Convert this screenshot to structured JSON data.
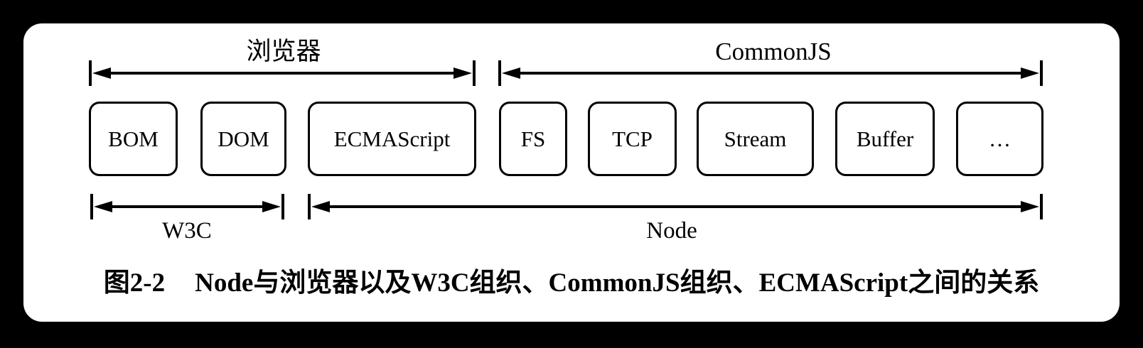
{
  "figure": {
    "colors": {
      "page_bg": "#000000",
      "card_bg": "#ffffff",
      "ink": "#000000"
    },
    "top_brackets": [
      {
        "id": "browser",
        "label": "浏览器"
      },
      {
        "id": "commonjs",
        "label": "CommonJS"
      }
    ],
    "boxes": [
      {
        "id": "bom",
        "label": "BOM"
      },
      {
        "id": "dom",
        "label": "DOM"
      },
      {
        "id": "ecma",
        "label": "ECMAScript"
      },
      {
        "id": "fs",
        "label": "FS"
      },
      {
        "id": "tcp",
        "label": "TCP"
      },
      {
        "id": "stream",
        "label": "Stream"
      },
      {
        "id": "buffer",
        "label": "Buffer"
      },
      {
        "id": "ellipsis",
        "label": "…"
      }
    ],
    "bottom_brackets": [
      {
        "id": "w3c",
        "label": "W3C"
      },
      {
        "id": "node",
        "label": "Node"
      }
    ],
    "caption": {
      "number": "图2-2",
      "text": "Node与浏览器以及W3C组织、CommonJS组织、ECMAScript之间的关系"
    }
  }
}
